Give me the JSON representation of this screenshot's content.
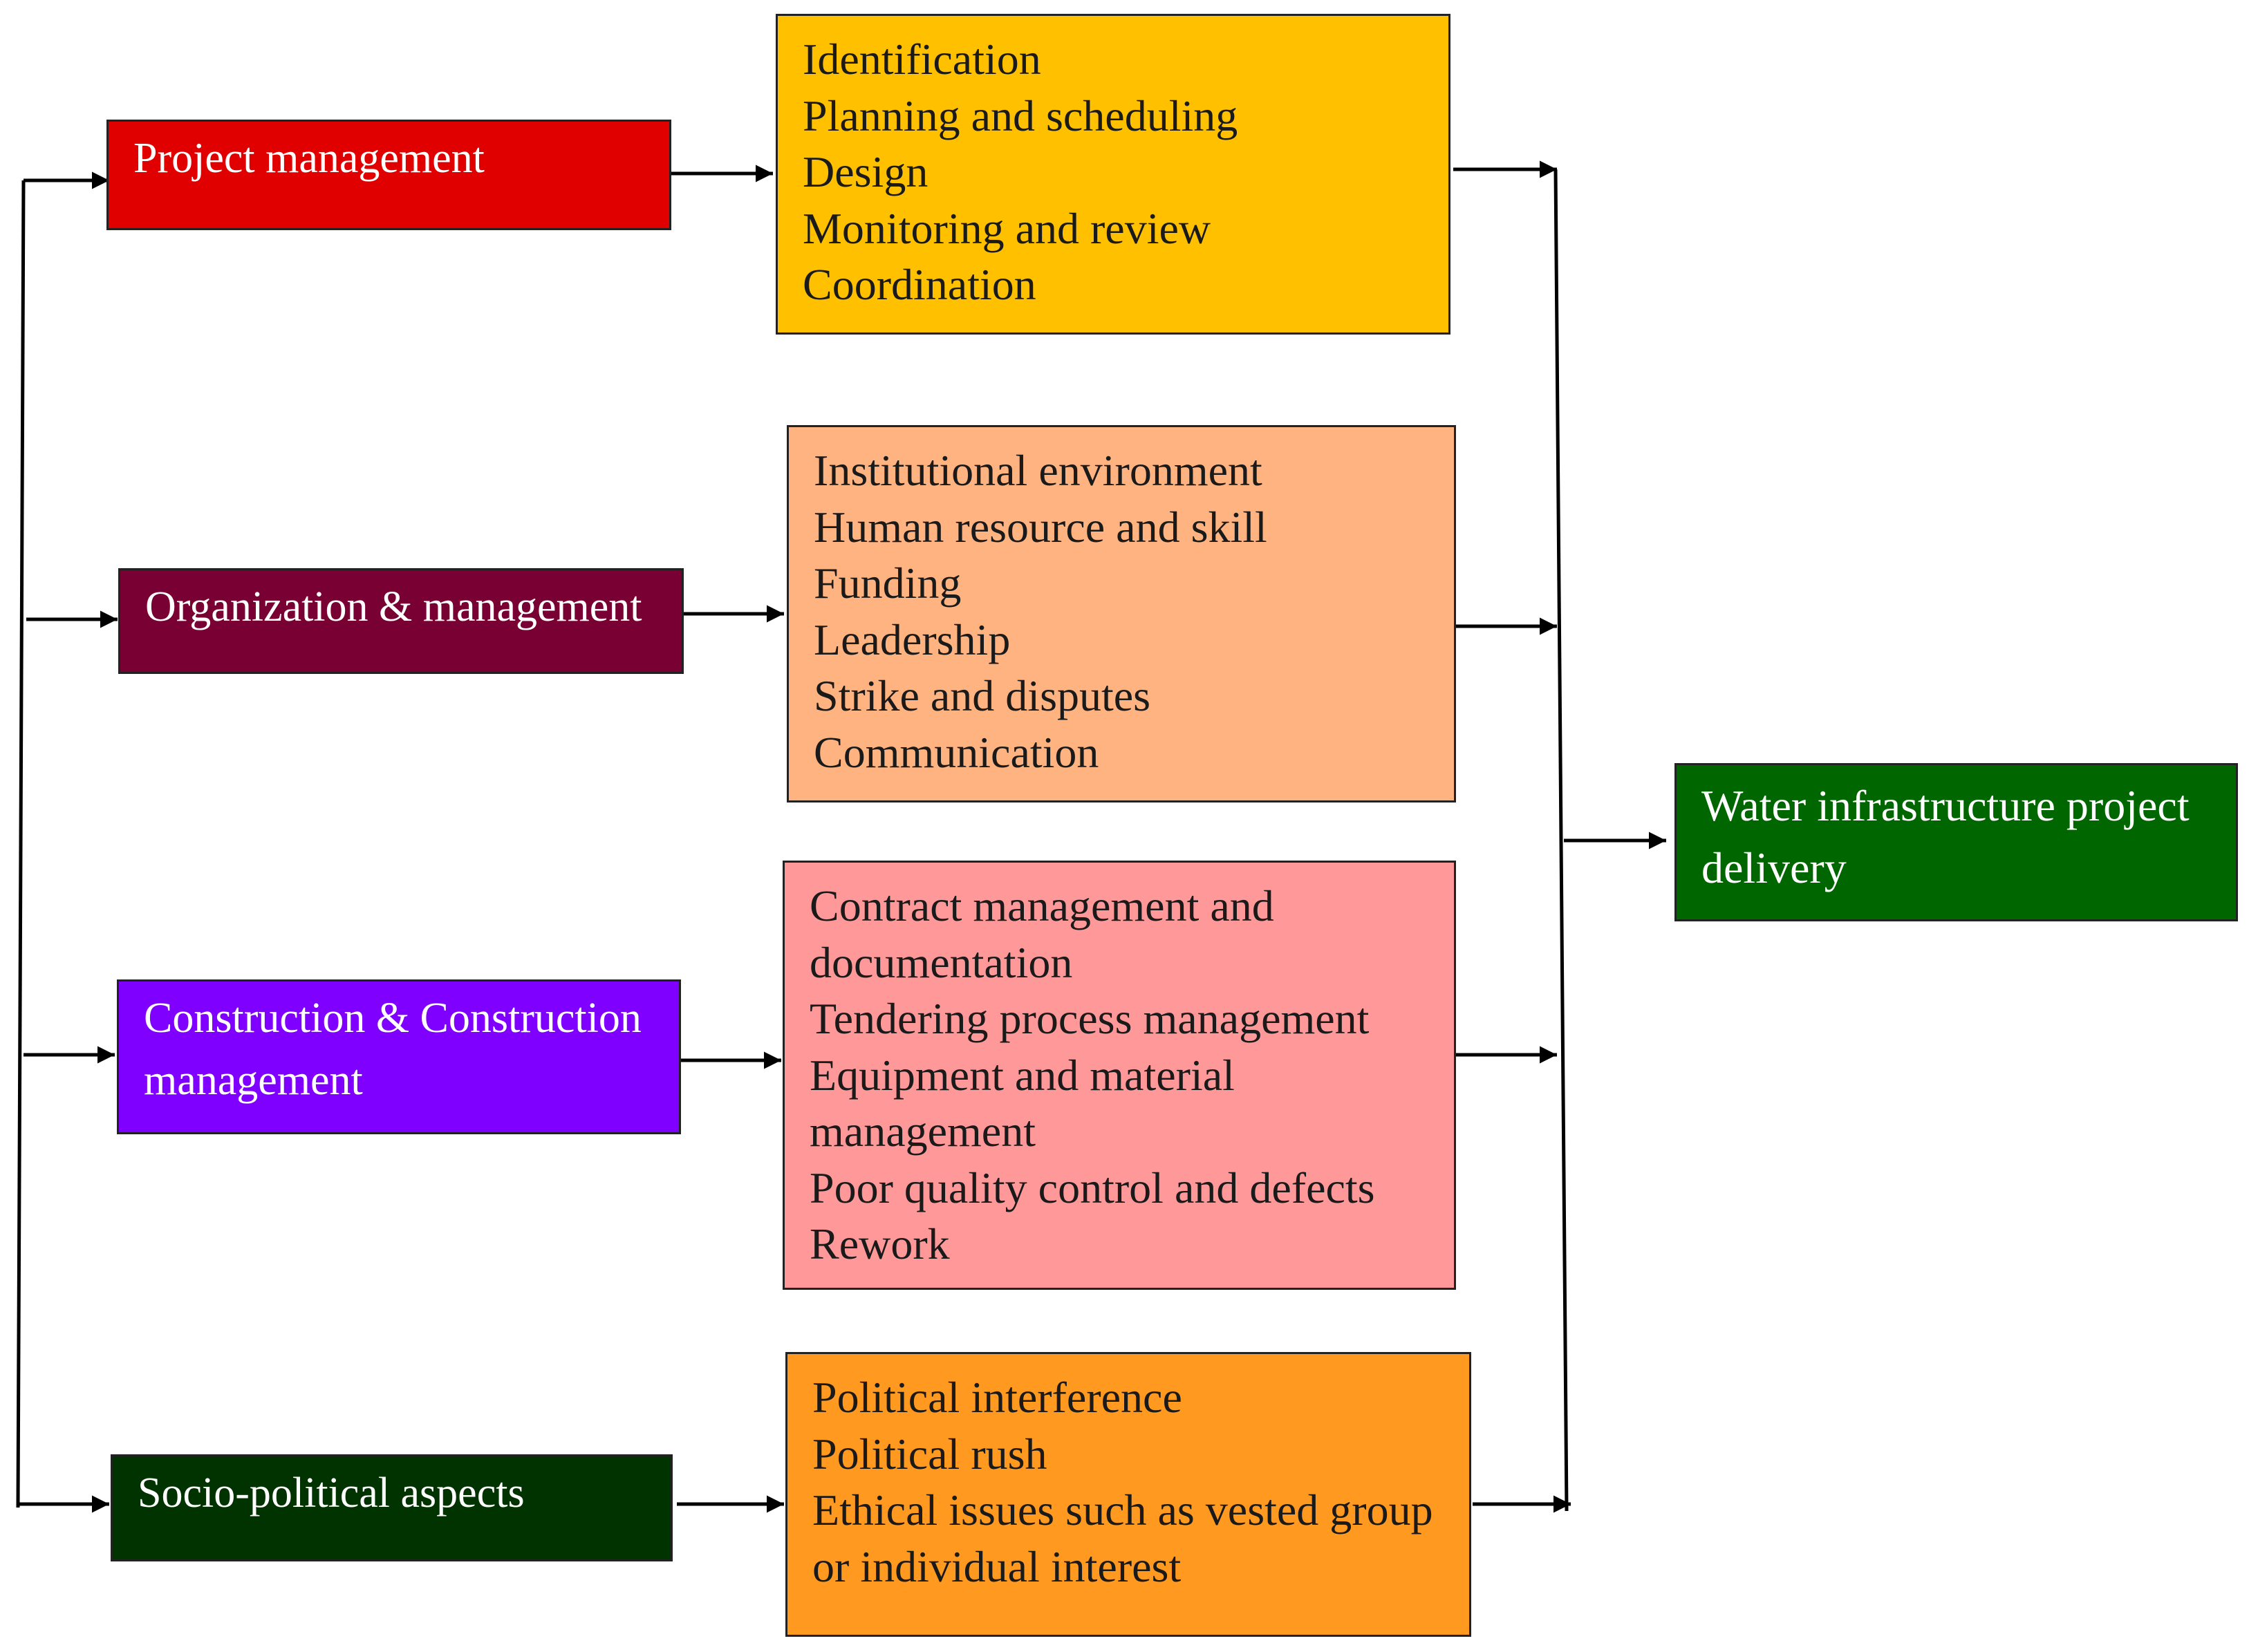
{
  "categories": [
    {
      "label": "Project management",
      "color": "#E00000"
    },
    {
      "label": "Organization & management",
      "color": "#780032"
    },
    {
      "label_lines": [
        "Construction & Construction",
        "management"
      ],
      "color": "#7F00FF"
    },
    {
      "label": "Socio-political aspects",
      "color": "#003300"
    }
  ],
  "factor_groups": [
    {
      "color": "#FFC000",
      "factors": [
        "Identification",
        "Planning and scheduling",
        "Design",
        "Monitoring and review",
        "Coordination"
      ]
    },
    {
      "color": "#FFB380",
      "factors": [
        "Institutional environment",
        "Human resource and skill",
        "Funding",
        "Leadership",
        "Strike and disputes",
        "Communication"
      ]
    },
    {
      "color": "#FF9999",
      "factors": [
        "Contract management and",
        "documentation",
        "Tendering process management",
        "Equipment and material",
        "management",
        "Poor quality control and defects",
        "Rework"
      ]
    },
    {
      "color": "#FF9920",
      "factors": [
        "Political interference",
        "Political rush",
        "Ethical issues such as vested group",
        "or individual interest"
      ]
    }
  ],
  "outcome": {
    "label_lines": [
      "Water infrastructure project",
      "delivery"
    ],
    "color": "#006600"
  }
}
